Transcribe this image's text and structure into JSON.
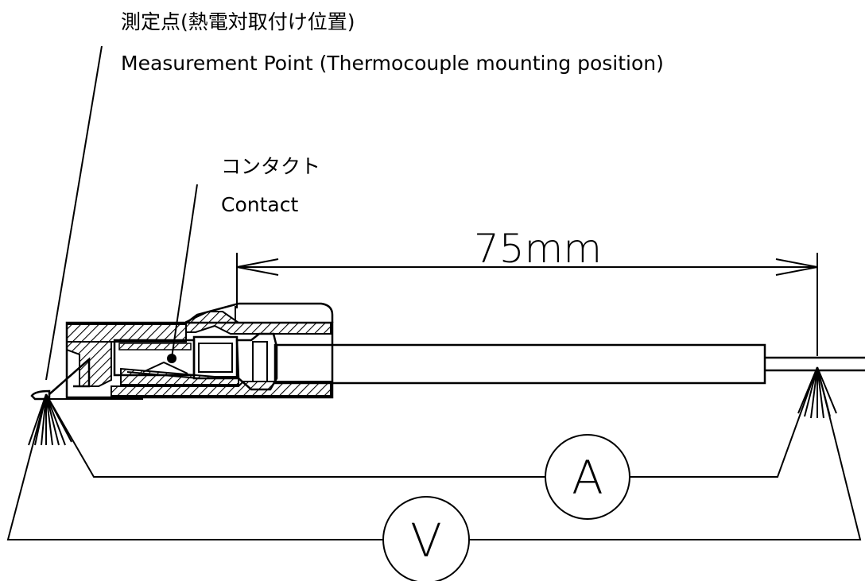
{
  "labels": {
    "measurement_point_ja": "測定点(熱電対取付け位置)",
    "measurement_point_en": "Measurement Point (Thermocouple mounting position)",
    "contact_ja": "コンタクト",
    "contact_en": "Contact"
  },
  "dimension": {
    "text": "75mm"
  },
  "meters": {
    "ammeter": "A",
    "voltmeter": "V"
  }
}
